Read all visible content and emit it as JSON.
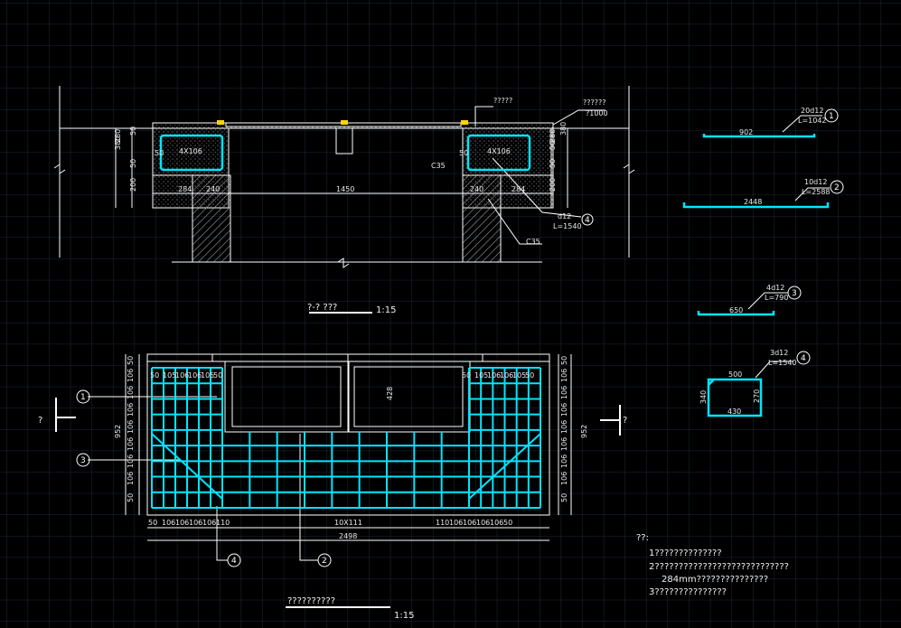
{
  "colors": {
    "background": "#000000",
    "grid": "#1d2a38",
    "rebar": "#00e5ff",
    "line": "#ffffff",
    "hatch": "#bdbdbd",
    "yellow": "#ffd400"
  },
  "section_view": {
    "top_label_1": "?????",
    "top_label_2": "??????",
    "elev": "?1000",
    "beam_left": "4X106",
    "beam_right": "4X106",
    "dim_left_vertical": [
      "380",
      "280",
      "50",
      "50",
      "200"
    ],
    "dim_right_vertical": [
      "50",
      "280",
      "380",
      "50",
      "200"
    ],
    "dim_240_left": "240",
    "dim_284_left": "284",
    "dim_1450": "1450",
    "dim_240_right": "240",
    "dim_284_right": "284",
    "c35_a": "C35",
    "c35_b": "C35",
    "d12_label": "d12",
    "d12_length": "L=1540",
    "dim_50_a": "50",
    "dim_50_b": "50",
    "title": "?-?  ???",
    "scale": "1:15"
  },
  "bars": [
    {
      "count": "20d12",
      "length": "L=1042",
      "num": "1",
      "dim": "902"
    },
    {
      "count": "10d12",
      "length": "L=2588",
      "num": "2",
      "dim": "2448"
    },
    {
      "count": "4d12",
      "length": "L=790",
      "num": "3",
      "dim": "650"
    },
    {
      "count": "3d12",
      "length": "L=1540",
      "num": "4",
      "dim_top": "500",
      "dim_left": "340",
      "dim_right": "270",
      "dim_bottom": "430"
    }
  ],
  "plan_view": {
    "dim_952": "952",
    "dim_428": "428",
    "dim_2498": "2498",
    "dim_10x111": "10X111",
    "bottom_dims_left": [
      "50",
      "106",
      "106",
      "106",
      "106",
      "110"
    ],
    "bottom_dims_right": [
      "110",
      "106",
      "106",
      "106",
      "106",
      "50"
    ],
    "top_dims_left": [
      "50",
      "105",
      "106",
      "106",
      "105",
      "50"
    ],
    "top_dims_right": [
      "50",
      "105",
      "106",
      "106",
      "105",
      "50"
    ],
    "side_dims_left": [
      "50",
      "106",
      "106",
      "106",
      "106",
      "106",
      "106",
      "106",
      "50"
    ],
    "side_dims_right": [
      "50",
      "106",
      "106",
      "106",
      "106",
      "106",
      "106",
      "106",
      "50"
    ],
    "callouts": [
      "1",
      "3",
      "4",
      "2"
    ],
    "section_mark_left": "?",
    "section_mark_right": "?",
    "title": "??????????",
    "scale": "1:15"
  },
  "notes": {
    "title": "??:",
    "line1": "1??????????????",
    "line2": "2????????????????????????????",
    "line3": "284mm???????????????",
    "line4": "3???????????????"
  }
}
